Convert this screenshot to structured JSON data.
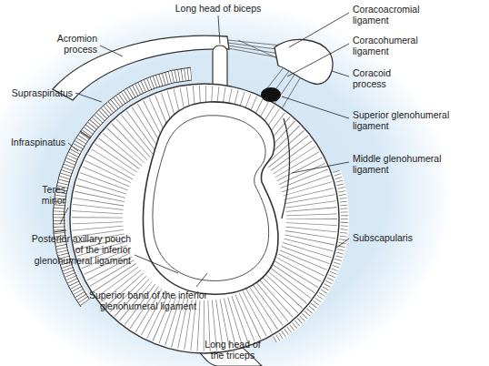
{
  "diagram": {
    "labels": [
      "Long head of biceps",
      "Acromion process",
      "Supraspinatus",
      "Infraspinatus",
      "Teres minor",
      "Posterior axillary pouch of the inferior glenohumeral ligament",
      "Superior band of the inferior glenohumeral ligament",
      "Long head of the triceps",
      "Coracoacromial ligament",
      "Coracohumeral ligament",
      "Coracoid process",
      "Superior glenohumeral ligament",
      "Middle glenohumeral ligament",
      "Subscapularis"
    ]
  }
}
